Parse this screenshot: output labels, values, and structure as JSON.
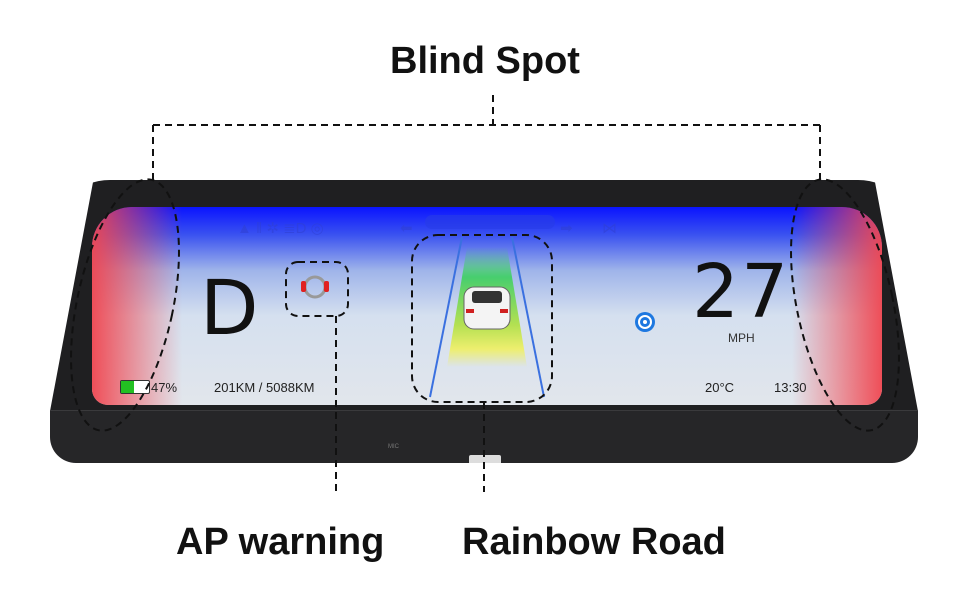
{
  "callouts": {
    "blind_spot": "Blind Spot",
    "ap_warning": "AP warning",
    "rainbow_road": "Rainbow Road"
  },
  "dashboard": {
    "gear": "D",
    "speed": "27",
    "speed_unit": "MPH",
    "battery_percent": "47%",
    "battery_level": 0.47,
    "range": "201KM / 5088KM",
    "temperature": "20°C",
    "time": "13:30"
  },
  "device": {
    "mic_label": "MIC"
  },
  "colors": {
    "screen_top": "#0a14ff",
    "blind_spot_edge": "#f04650",
    "road_green": "#3cd060",
    "road_yellow": "#f0f060",
    "steering_icon": "#1e78e0"
  }
}
